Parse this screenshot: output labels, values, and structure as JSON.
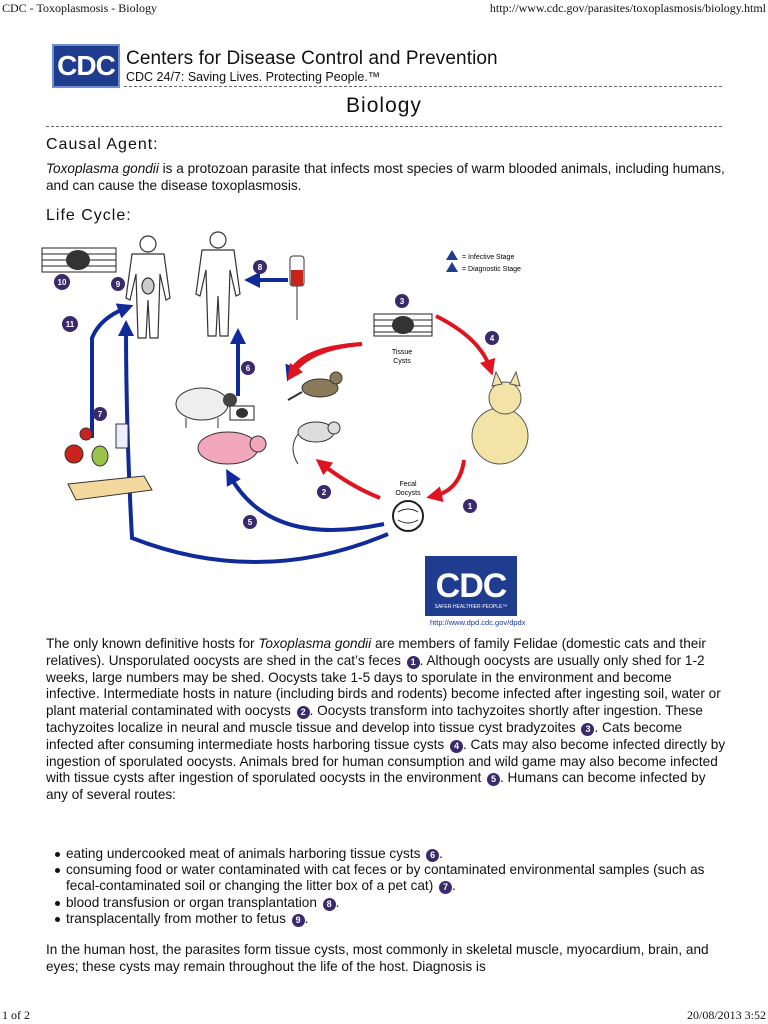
{
  "print_header": {
    "left": "CDC - Toxoplasmosis - Biology",
    "right": "http://www.cdc.gov/parasites/toxoplasmosis/biology.html"
  },
  "masthead": {
    "logo": "CDC",
    "title": "Centers for Disease Control and Prevention",
    "tagline": "CDC 24/7: Saving Lives. Protecting People.™"
  },
  "page_title": "Biology",
  "causal_agent": {
    "heading": "Causal Agent:",
    "species": "Toxoplasma gondii",
    "text": " is a protozoan parasite that infects most species of warm blooded animals, including humans, and can cause the disease toxoplasmosis."
  },
  "life_cycle_heading": "Life Cycle:",
  "diagram": {
    "legend_infective": "= Infective Stage",
    "legend_diagnostic": "= Diagnostic Stage",
    "label_tissue_cysts_1": "Tissue",
    "label_tissue_cysts_2": "Cysts",
    "label_fecal_1": "Fecal",
    "label_fecal_2": "Oocysts",
    "logo": "CDC",
    "logo_sub": "SAFER·HEALTHIER·PEOPLE™",
    "url": "http://www.dpd.cdc.gov/dpdx"
  },
  "body_para": {
    "p1": "The only known definitive hosts for ",
    "species": "Toxoplasma gondii",
    "p2": " are members of family Felidae (domestic cats and their relatives). Unsporulated oocysts are shed in the cat’s feces ",
    "n1": "1",
    "p3": ". Although oocysts are usually only shed for 1-2 weeks, large numbers may be shed. Oocysts take 1-5 days to sporulate in the environment and become infective. Intermediate hosts in nature (including birds and rodents) become infected after ingesting soil, water or plant material contaminated with oocysts ",
    "n2": "2",
    "p4": ". Oocysts transform into tachyzoites shortly after ingestion. These tachyzoites localize in neural and muscle tissue and develop into tissue cyst bradyzoites ",
    "n3": "3",
    "p5": ". Cats become infected after consuming intermediate hosts harboring tissue cysts ",
    "n4": "4",
    "p6": ". Cats may also become infected directly by ingestion of sporulated oocysts. Animals bred for human consumption and wild game may also become infected with tissue cysts after ingestion of sporulated oocysts in the environment ",
    "n5": "5",
    "p7": ". Humans can become infected by any of several routes:"
  },
  "bullets": [
    {
      "text": "eating undercooked meat of animals harboring tissue cysts ",
      "n": "6",
      "end": "."
    },
    {
      "text": "consuming food or water contaminated with cat feces or by contaminated environmental samples (such as fecal-contaminated soil or changing the litter box of a pet cat) ",
      "n": "7",
      "end": "."
    },
    {
      "text": "blood transfusion or organ transplantation ",
      "n": "8",
      "end": "."
    },
    {
      "text": "transplacentally from mother to fetus ",
      "n": "9",
      "end": "."
    }
  ],
  "closing_para": "In the human host, the parasites form tissue cysts, most commonly in skeletal muscle, myocardium, brain, and eyes; these cysts may remain throughout the life of the host. Diagnosis is",
  "print_footer": {
    "left": "1 of 2",
    "right": "20/08/2013 3:52"
  }
}
